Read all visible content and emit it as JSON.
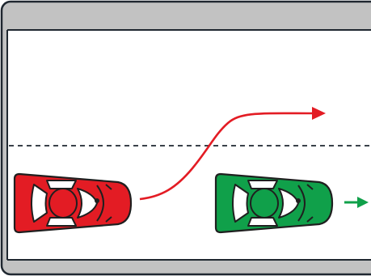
{
  "diagram": {
    "colors": {
      "road_border": "#1f2730",
      "road_shoulder": "#c2c2c2",
      "lane_surface": "#ffffff",
      "lane_divider": "#1f2730",
      "overtaking_car": "#e31c24",
      "car_ahead": "#10a04a",
      "car_outline": "#1f1f1f",
      "path_arrow": "#e31c24",
      "direction_arrow": "#10a04a"
    },
    "lane_divider_style": "dashed",
    "overtaking_car": {
      "color_name": "red",
      "icon": "car-top-view-icon"
    },
    "car_ahead": {
      "color_name": "green",
      "icon": "car-top-view-icon"
    },
    "path_arrow_icon": "curved-arrow-icon",
    "direction_arrow_icon": "arrow-right-icon"
  }
}
